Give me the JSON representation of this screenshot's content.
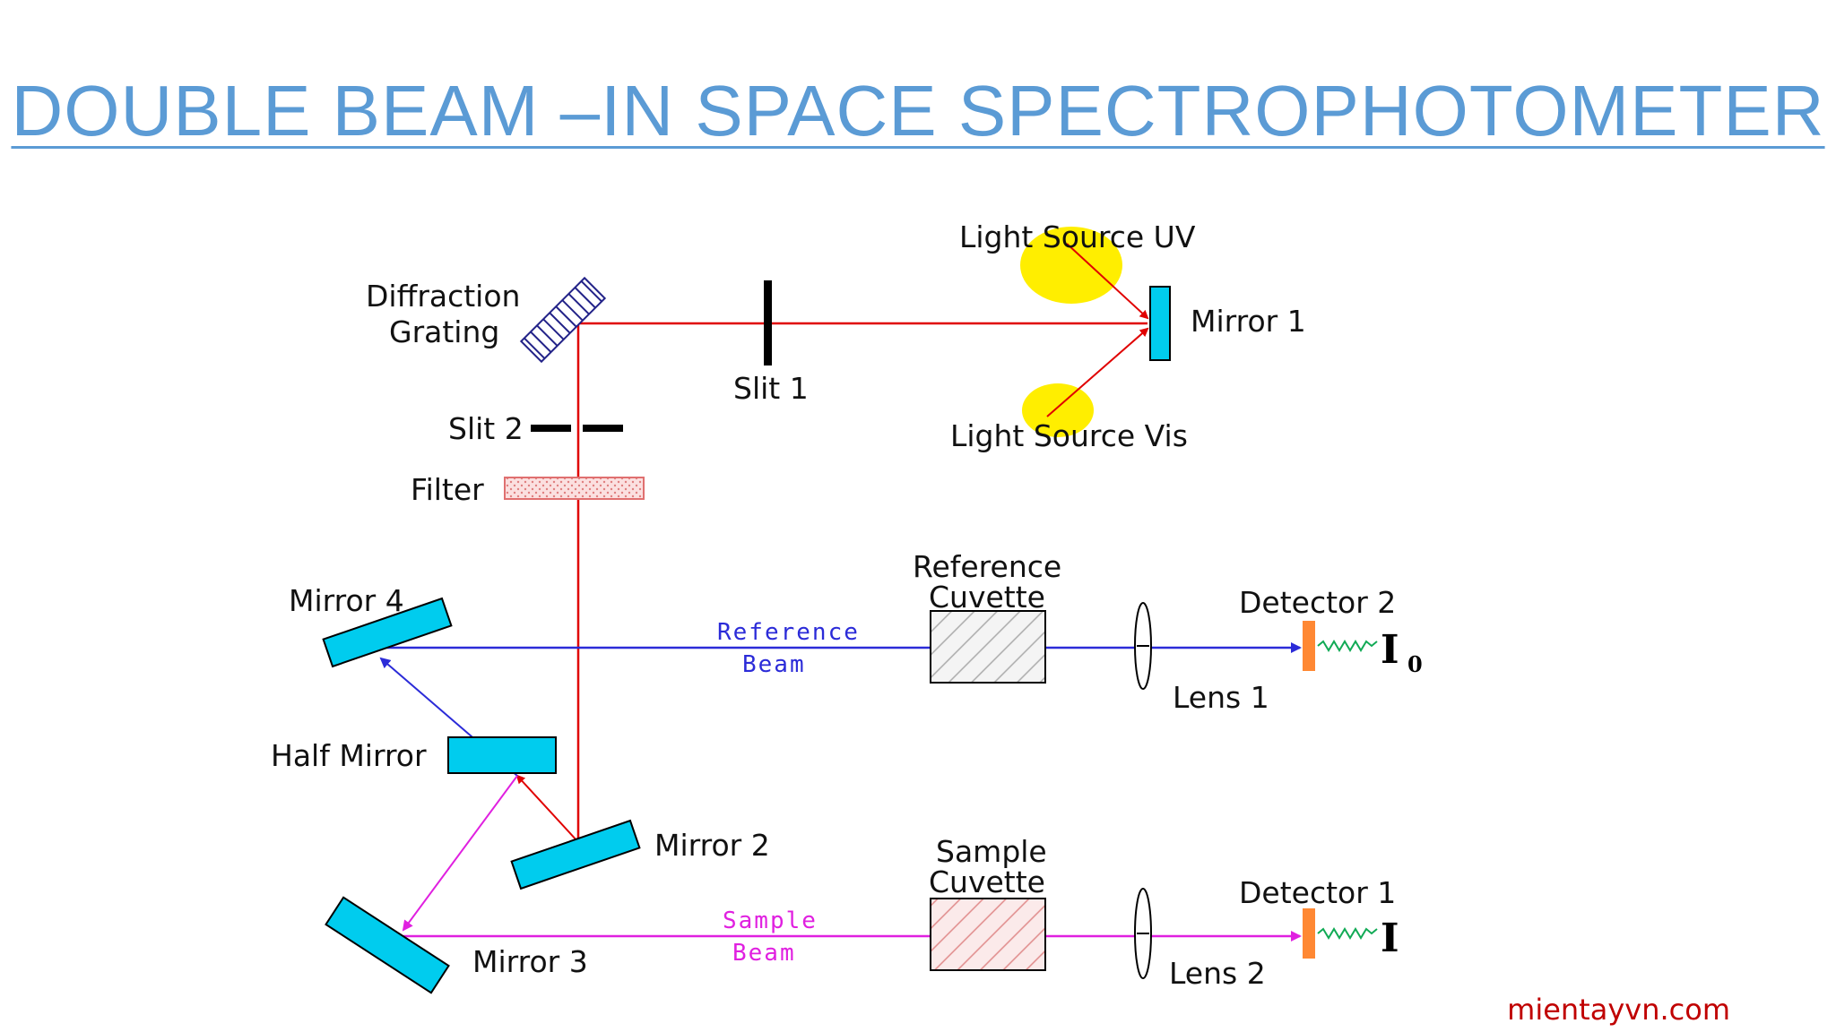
{
  "title": "DOUBLE BEAM –IN SPACE SPECTROPHOTOMETER",
  "watermark": "mientayvn.com",
  "colors": {
    "title": "#5b9bd5",
    "light_path": "#e00000",
    "reference_beam": "#2b2bd8",
    "sample_beam": "#e020e0",
    "mirror": "#00ccee",
    "detector": "#ff8833",
    "light_source": "#ffee00",
    "filter": "#f4a0a0",
    "watermark": "#c00000"
  },
  "labels": {
    "light_source_uv": "Light Source UV",
    "light_source_vis": "Light Source Vis",
    "mirror_1": "Mirror 1",
    "slit_1": "Slit 1",
    "diffraction_grating_line1": "Diffraction",
    "diffraction_grating_line2": "Grating",
    "slit_2": "Slit 2",
    "filter": "Filter",
    "mirror_4": "Mirror 4",
    "half_mirror": "Half Mirror",
    "mirror_2": "Mirror 2",
    "mirror_3": "Mirror 3",
    "reference_beam_line1": "Reference",
    "reference_beam_line2": "Beam",
    "sample_beam_line1": "Sample",
    "sample_beam_line2": "Beam",
    "reference_cuvette_line1": "Reference",
    "reference_cuvette_line2": "Cuvette",
    "sample_cuvette_line1": "Sample",
    "sample_cuvette_line2": "Cuvette",
    "lens_1": "Lens 1",
    "lens_2": "Lens 2",
    "detector_2": "Detector 2",
    "detector_1": "Detector 1",
    "intensity_ref": "I",
    "intensity_ref_sub": "0",
    "intensity_sample": "I"
  }
}
